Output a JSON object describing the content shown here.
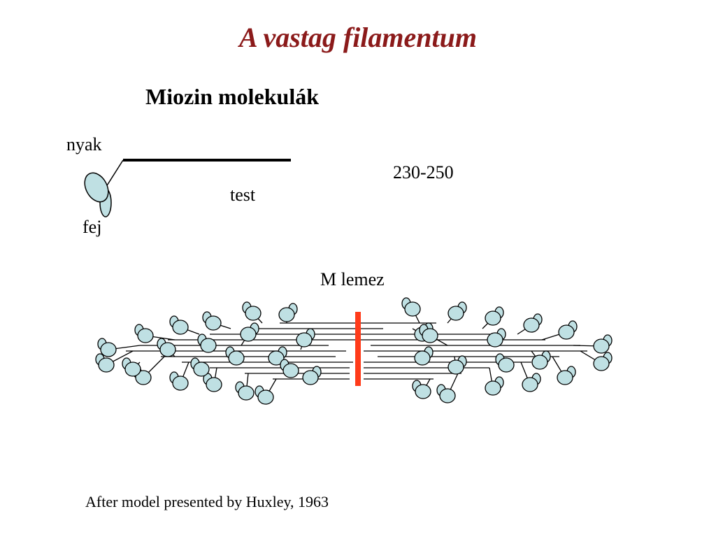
{
  "title": "A vastag filamentum",
  "subtitle": "Miozin molekulák",
  "labels": {
    "neck": "nyak",
    "length": "230-250",
    "body": "test",
    "head": "fej",
    "m_line": "M lemez"
  },
  "caption": "After model presented by Huxley, 1963",
  "colors": {
    "title": "#8b1a1a",
    "head_fill": "#bfe0e3",
    "m_line": "#ff3b1a",
    "stroke": "#000000"
  }
}
